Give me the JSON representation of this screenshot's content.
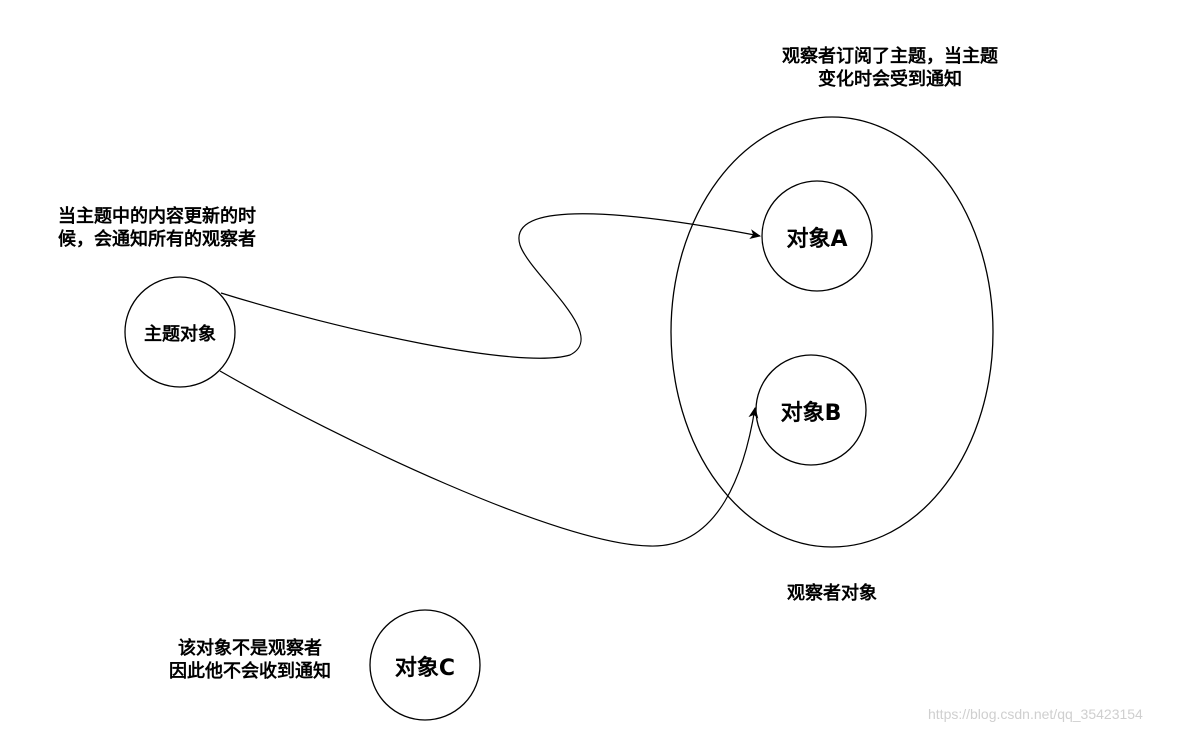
{
  "annotations": {
    "subscribe_note": "观察者订阅了主题，当主题\n变化时会受到通知",
    "notify_note": "当主题中的内容更新的时\n候，会通知所有的观察者",
    "not_observer_note": "该对象不是观察者\n因此他不会收到通知",
    "observer_group_label": "观察者对象"
  },
  "nodes": {
    "subject": "主题对象",
    "object_a": "对象A",
    "object_b": "对象B",
    "object_c": "对象C"
  },
  "watermark": "https://blog.csdn.net/qq_35423154",
  "colors": {
    "stroke": "#000000",
    "background": "#ffffff",
    "watermark": "#cfcfcf"
  }
}
